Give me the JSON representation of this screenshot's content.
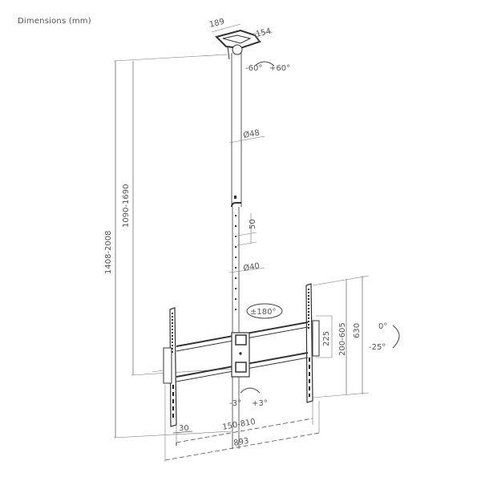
{
  "title": "Dimensions (mm)",
  "units": "mm",
  "dimensions": {
    "plate_width": "189",
    "plate_depth": "154",
    "ceiling_swivel": {
      "minus": "-60°",
      "plus": "+60°"
    },
    "upper_pole_diameter": "Ø48",
    "pole_hole_spacing": "50",
    "lower_pole_diameter": "Ø40",
    "total_height": "1408-2008",
    "pole_height": "1090-1690",
    "rotation": "±180°",
    "bracket_height": "225",
    "vesa_vertical": "200-605",
    "arm_height": "630",
    "tilt": {
      "top": "0°",
      "bottom": "-25°"
    },
    "level_adjust": {
      "minus": "-3°",
      "plus": "+3°"
    },
    "arm_width": "30",
    "vesa_horizontal": "150-810",
    "total_width": "893"
  }
}
